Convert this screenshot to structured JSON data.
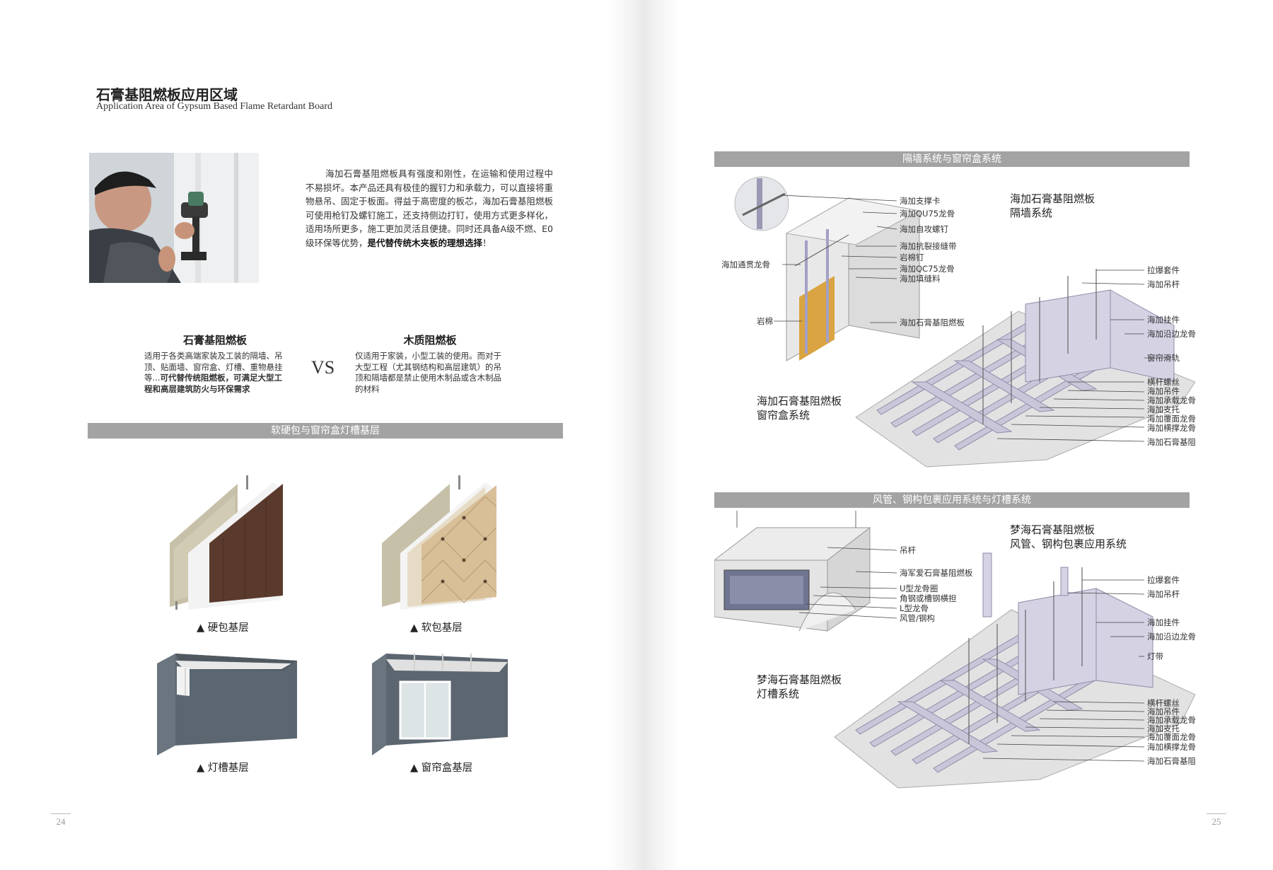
{
  "left_page": {
    "title_cn": "石膏基阻燃板应用区域",
    "title_en": "Application Area of Gypsum Based Flame Retardant Board",
    "intro_text": "海加石膏基阻燃板具有强度和刚性，在运输和使用过程中不易损坏。本产品还具有极佳的握钉力和承载力，可以直接将重物悬吊、固定于板面。得益于高密度的板芯，海加石膏基阻燃板可使用枪钉及螺钉施工，还支持侧边打钉，使用方式更多样化，适用场所更多，施工更加灵活且便捷。同时还具备A级不燃、E0级环保等优势，",
    "intro_bold": "是代替传统木夹板的理想选择",
    "intro_end": "！",
    "compare": {
      "left_title": "石膏基阻燃板",
      "left_text": "适用于各类高端家装及工装的隔墙、吊顶、贴面墙、窗帘盒、灯槽、重物悬挂等...",
      "left_bold": "可代替传统阻燃板，可满足大型工程和高层建筑防火与环保需求",
      "vs": "VS",
      "right_title": "木质阻燃板",
      "right_text": "仅适用于家装，小型工装的使用。而对于大型工程（尤其钢结构和高层建筑）的吊顶和隔墙都是禁止使用木制品或含木制品的材料"
    },
    "section_bar": "软硬包与窗帘盒灯槽基层",
    "captions": [
      "▲ 硬包基层",
      "▲ 软包基层",
      "▲ 灯槽基层",
      "▲ 窗帘盒基层"
    ],
    "page_number": "24"
  },
  "right_page": {
    "bar1": "隔墙系统与窗帘盒系统",
    "bar2": "风管、钢构包裹应用系统与灯槽系统",
    "wall_labels": [
      "海加支撑卡",
      "海加QU75龙骨",
      "海加自攻螺钉",
      "海加抗裂接缝带",
      "岩棉钉",
      "海加QC75龙骨",
      "海加填缝料",
      "海加石膏基阻燃板"
    ],
    "wall_left_labels": [
      "海加通贯龙骨",
      "岩棉"
    ],
    "wall_title_1": "海加石膏基阻燃板",
    "wall_title_2": "隔墙系统",
    "curtain_title_1": "海加石膏基阻燃板",
    "curtain_title_2": "窗帘盒系统",
    "curtain_labels": [
      "拉爆套件",
      "海加吊杆",
      "海加挂件",
      "海加沿边龙骨",
      "窗帘滑轨",
      "横杆螺丝",
      "海加吊件",
      "海加承载龙骨",
      "海加支托",
      "海加覆面龙骨",
      "海加横撑龙骨",
      "海加石膏基阻燃板"
    ],
    "duct_labels": [
      "吊杆",
      "海军爱石膏基阻燃板",
      "U型龙骨圈",
      "角钢或槽钢横担",
      "L型龙骨",
      "风管/钢构"
    ],
    "duct_title_1": "梦海石膏基阻燃板",
    "duct_title_2": "风管、钢构包裹应用系统",
    "light_title_1": "梦海石膏基阻燃板",
    "light_title_2": "灯槽系统",
    "light_labels": [
      "拉爆套件",
      "海加吊杆",
      "海加挂件",
      "海加沿边龙骨",
      "灯带",
      "横杆螺丝",
      "海加吊件",
      "海加承载龙骨",
      "海加支托",
      "海加覆面龙骨",
      "海加横撑龙骨",
      "海加石膏基阻燃板"
    ],
    "page_number": "25"
  },
  "colors": {
    "bar": "#a3a3a3",
    "frame": "#c9c6da",
    "board": "#d8d8d8"
  }
}
